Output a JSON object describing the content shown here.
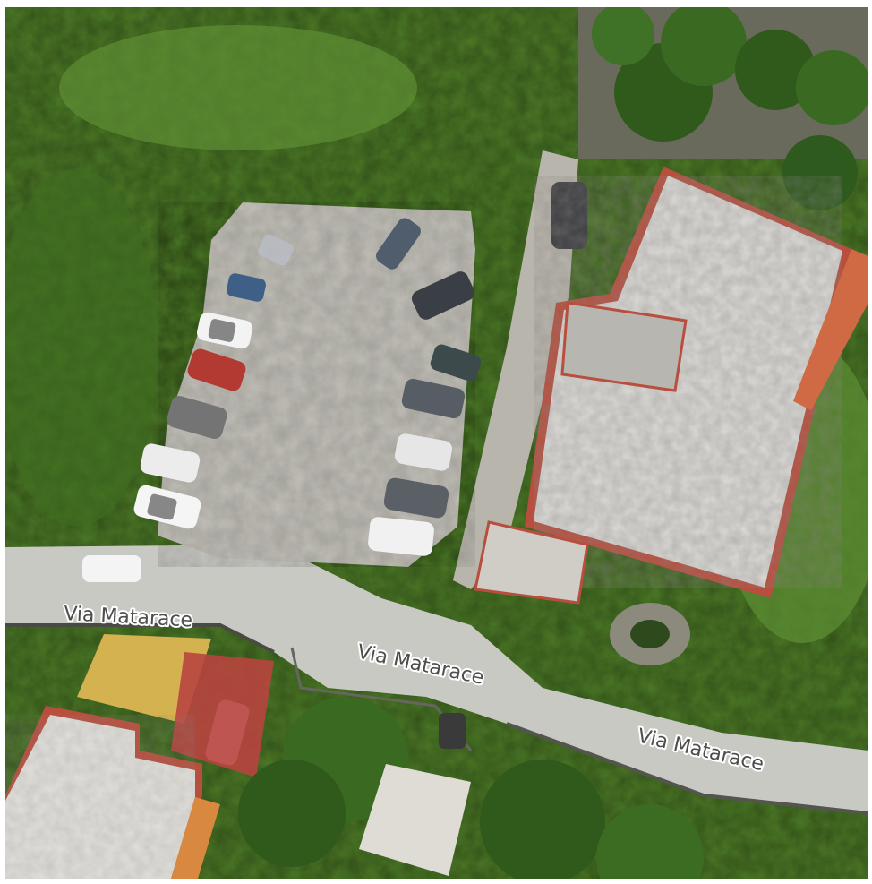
{
  "map": {
    "view": "satellite",
    "street_labels": [
      {
        "id": "label-1",
        "text": "Via Matarace"
      },
      {
        "id": "label-2",
        "text": "Via Matarace"
      },
      {
        "id": "label-3",
        "text": "Via Matarace"
      }
    ],
    "colors": {
      "vegetation": "#4c7a26",
      "dense_trees": "#2f5a1c",
      "road": "#c9c9c4",
      "parking_lot": "#c2c0b8",
      "roof": "#dcdcd8",
      "roof_trim": "#b84f3e",
      "tile_roof": "#d06a44",
      "label_text": "#4d4d4d",
      "label_halo": "#ffffff"
    }
  }
}
